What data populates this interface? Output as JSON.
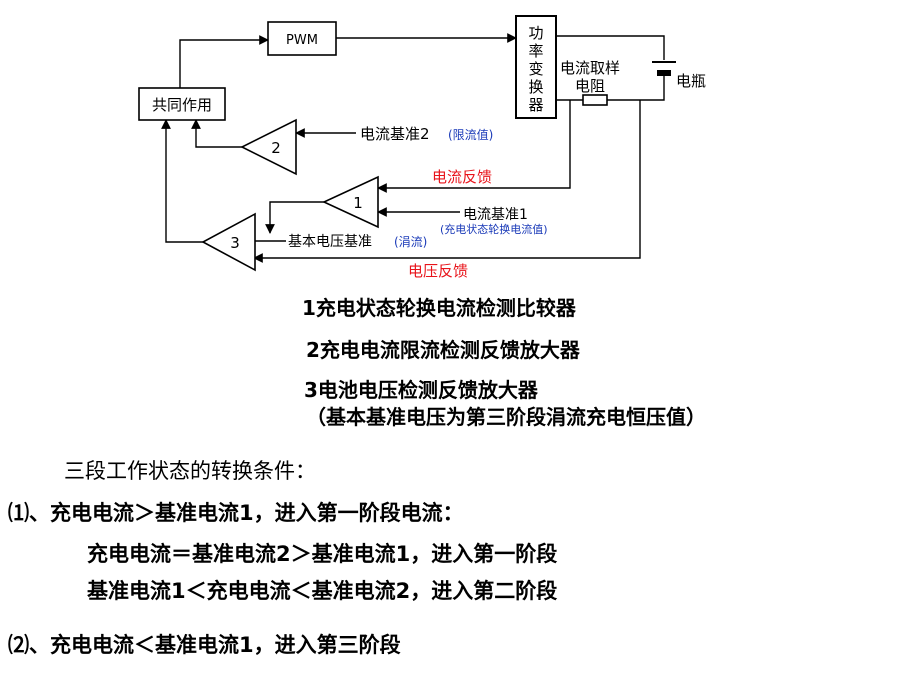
{
  "diagram": {
    "pwm_label": "PWM",
    "converter_label": [
      "功",
      "率",
      "变",
      "换",
      "器"
    ],
    "sense_resistor_label": [
      "电流取样",
      "电阻"
    ],
    "battery_label": "电瓶",
    "combine_label": "共同作用",
    "amp2_label": "2",
    "amp1_label": "1",
    "amp3_label": "3",
    "ref2_label": "电流基准2",
    "ref2_note": "(限流值)",
    "current_feedback": "电流反馈",
    "ref1_label": "电流基准1",
    "ref1_note": "(充电状态轮换电流值)",
    "base_voltage_ref": "基本电压基准",
    "base_voltage_note": "(涓流)",
    "voltage_feedback": "电压反馈",
    "colors": {
      "red": "#e8131a",
      "blue": "#1a3ab8",
      "line": "#000000"
    }
  },
  "legend": {
    "item1": "1充电状态轮换电流检测比较器",
    "item2": "2充电电流限流检测反馈放大器",
    "item3": "3电池电压检测反馈放大器",
    "item3_note": "（基本基准电压为第三阶段涓流充电恒压值）"
  },
  "conditions": {
    "title": "三段工作状态的转换条件：",
    "c1": "⑴、充电电流＞基准电流1，进入第一阶段电流：",
    "c1a": "充电电流＝基准电流2＞基准电流1，进入第一阶段",
    "c1b": "基准电流1＜充电电流＜基准电流2，进入第二阶段",
    "c2": "⑵、充电电流＜基准电流1，进入第三阶段"
  }
}
